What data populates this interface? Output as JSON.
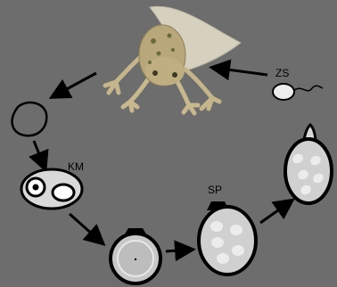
{
  "diagram": {
    "labels": {
      "zoospore": "ZS",
      "stage_km": "KM",
      "sporangium": "SP"
    },
    "frog_icon": "frog-icon",
    "colors": {
      "background": "#6d6d6d",
      "outline": "#000000",
      "cell_fill": "#c8c8c8",
      "spore_fill": "#ececec",
      "frog_body": "#b8a77a",
      "frog_spots": "#6b6a3c",
      "frog_tail": "#d6d0bf"
    }
  }
}
